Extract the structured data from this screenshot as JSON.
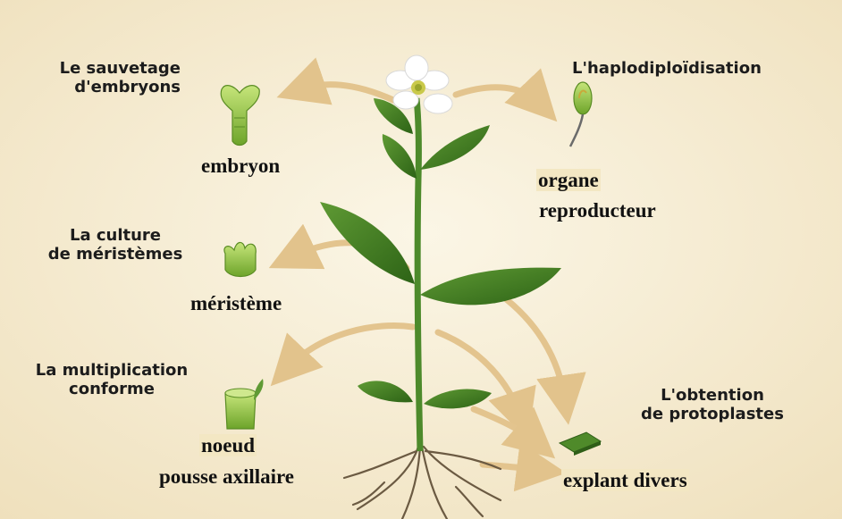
{
  "techniques": {
    "embryo_rescue": "Le sauvetage\nd'embryons",
    "haplodiploidization": "L'haplodiploïdisation",
    "meristem_culture": "La culture\nde méristèmes",
    "true_to_type_multiplication": "La multiplication\nconforme",
    "protoplast_production": "L'obtention\nde protoplastes"
  },
  "explants": {
    "embryo": "embryon",
    "reproductive_organ_line1": "organe",
    "reproductive_organ_line2": "reproducteur",
    "meristem": "méristème",
    "node_line1": "noeud",
    "node_line2": "pousse axillaire",
    "various": "explant divers"
  },
  "colors": {
    "background": "#f4ead0",
    "arrow": "#e3c48e",
    "leaf": "#3f7a22",
    "explant_green": "#8ec53a",
    "heading_text": "#1c1c1c"
  }
}
